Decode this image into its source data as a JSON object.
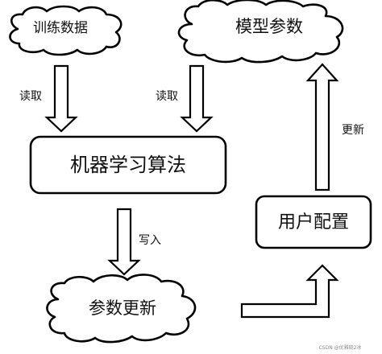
{
  "nodes": {
    "training_data": "训练数据",
    "model_params": "模型参数",
    "ml_algorithm": "机器学习算法",
    "user_config": "用户配置",
    "param_update": "参数更新"
  },
  "edges": {
    "read_left": "读取",
    "read_right": "读取",
    "update": "更新",
    "write": "写入"
  },
  "watermark": "CSDN @优雅晓2冰"
}
